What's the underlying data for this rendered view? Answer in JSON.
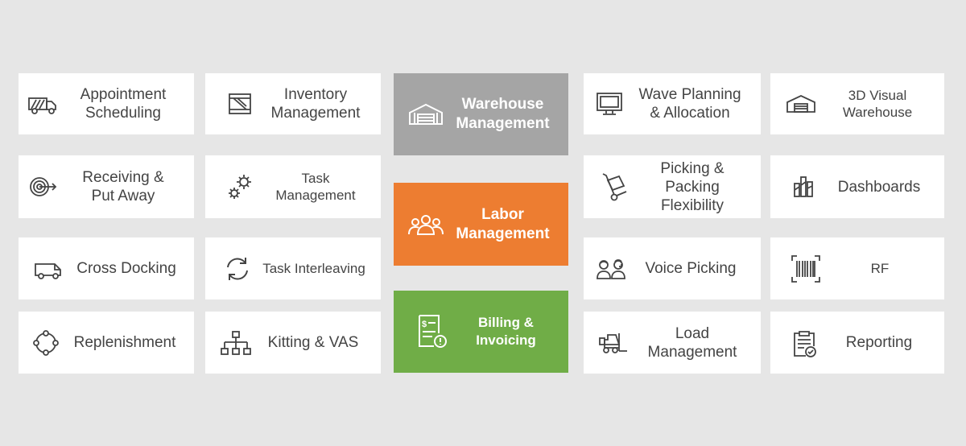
{
  "colors": {
    "background": "#e6e6e6",
    "tile": "#ffffff",
    "warehouse": "#a5a5a5",
    "labor": "#ed7d31",
    "billing": "#70ad47"
  },
  "left_col1": [
    {
      "label": "Appointment\nScheduling",
      "icon": "truck-icon"
    },
    {
      "label": "Receiving &\nPut Away",
      "icon": "target-icon"
    },
    {
      "label": "Cross Docking",
      "icon": "van-icon"
    },
    {
      "label": "Replenishment",
      "icon": "cycle-icon"
    }
  ],
  "left_col2": [
    {
      "label": "Inventory\nManagement",
      "icon": "crate-icon"
    },
    {
      "label": "Task\nManagement",
      "icon": "gears-icon"
    },
    {
      "label": "Task Interleaving",
      "icon": "refresh-icon"
    },
    {
      "label": "Kitting & VAS",
      "icon": "hierarchy-icon"
    }
  ],
  "center": [
    {
      "label": "Warehouse\nManagement",
      "icon": "warehouse-icon"
    },
    {
      "label": "Labor\nManagement",
      "icon": "people-icon"
    },
    {
      "label": "Billing &\nInvoicing",
      "icon": "invoice-icon"
    }
  ],
  "right_col1": [
    {
      "label": "Wave Planning\n& Allocation",
      "icon": "monitor-icon"
    },
    {
      "label": "Picking &\nPacking\nFlexibility",
      "icon": "hand-truck-icon"
    },
    {
      "label": "Voice Picking",
      "icon": "headset-workers-icon"
    },
    {
      "label": "Load\nManagement",
      "icon": "forklift-icon"
    }
  ],
  "right_col2": [
    {
      "label": "3D Visual\nWarehouse",
      "icon": "warehouse-outline-icon"
    },
    {
      "label": "Dashboards",
      "icon": "bar-chart-icon"
    },
    {
      "label": "RF",
      "icon": "barcode-icon"
    },
    {
      "label": "Reporting",
      "icon": "clipboard-check-icon"
    }
  ]
}
